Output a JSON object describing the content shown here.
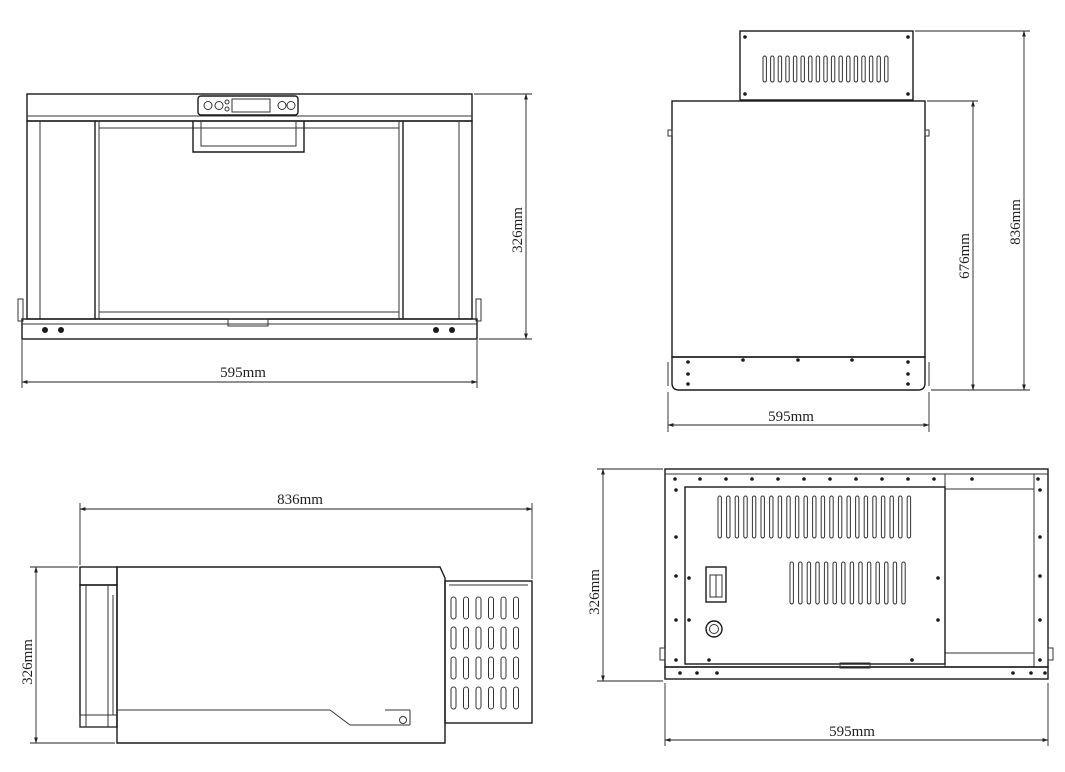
{
  "views": {
    "front": {
      "width_label": "595mm",
      "height_label": "326mm"
    },
    "top": {
      "width_label": "595mm",
      "depth_label": "676mm",
      "overall_label": "836mm"
    },
    "side": {
      "depth_label": "836mm",
      "height_label": "326mm"
    },
    "rear": {
      "height_label": "326mm",
      "width_label": "595mm"
    }
  }
}
